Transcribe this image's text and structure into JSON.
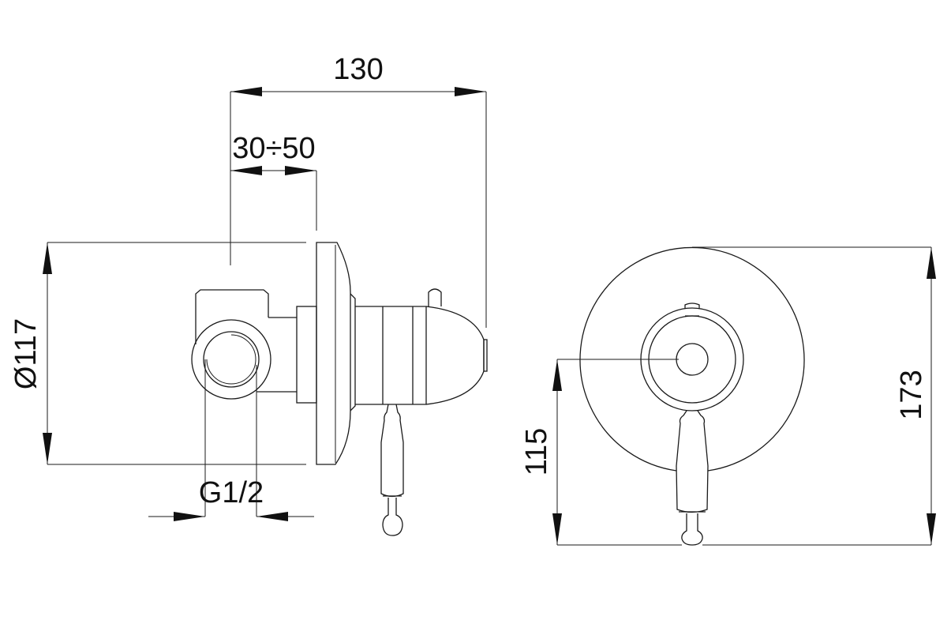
{
  "drawing": {
    "dimensions": {
      "total_depth": "130",
      "wall_depth_range": "30÷50",
      "plate_diameter": "Ø117",
      "connection": "G1/2",
      "center_height": "115",
      "total_height": "173"
    },
    "line_color": "#1a1a1a",
    "background": "#ffffff"
  }
}
